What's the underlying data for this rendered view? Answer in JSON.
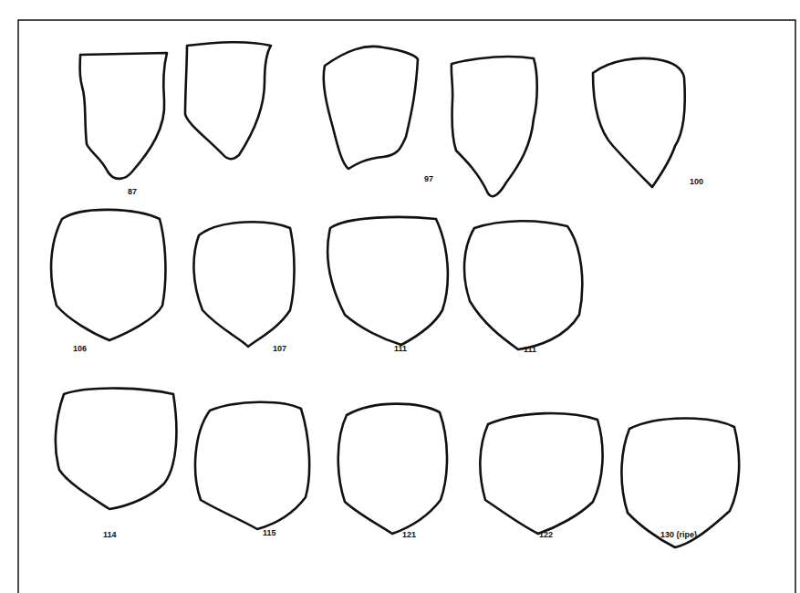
{
  "diagram": {
    "labels": [
      "87",
      "97",
      "100",
      "106",
      "107",
      "111",
      "111",
      "114",
      "115",
      "121",
      "122",
      "130 (ripe)"
    ]
  }
}
